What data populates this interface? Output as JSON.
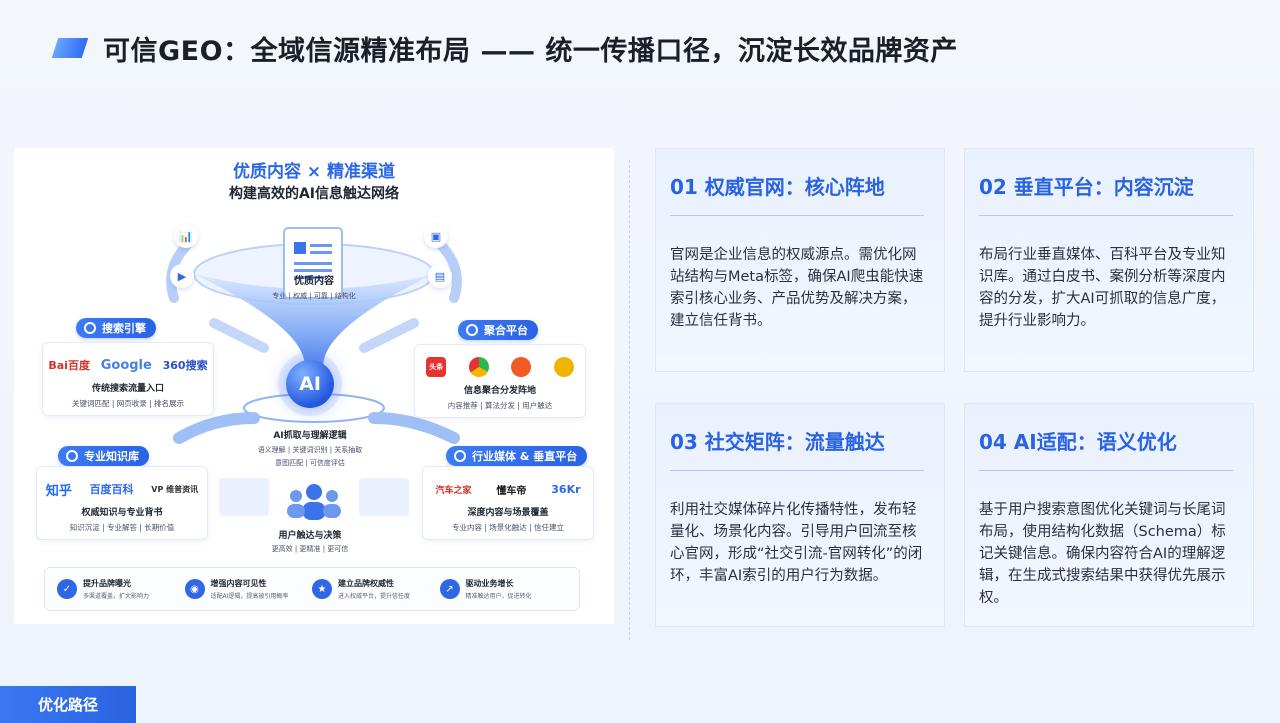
{
  "header": {
    "title": "可信GEO：全域信源精准布局 —— 统一传播口径，沉淀长效品牌资产"
  },
  "graphic": {
    "title1": "优质内容 × 精准渠道",
    "title2": "构建高效的AI信息触达网络",
    "funnel_top": {
      "name": "优质内容",
      "tags": "专业 | 权威 | 可靠 | 结构化"
    },
    "ai_label": "AI",
    "ai_logic": {
      "name": "AI抓取与理解逻辑",
      "tags1": "语义理解 | 关键词识别 | 关系抽取",
      "tags2": "意图匹配 | 可信度评估"
    },
    "user": {
      "name": "用户触达与决策",
      "tags": "更高效 | 更精准 | 更可信"
    },
    "search": {
      "pill": "搜索引擎",
      "logos": [
        "Bai百度",
        "Google",
        "360搜索"
      ],
      "name": "传统搜索流量入口",
      "tags": "关键词匹配 | 网页收录 | 排名展示"
    },
    "aggregate": {
      "pill": "聚合平台",
      "logos": [
        "头条",
        "",
        "",
        ""
      ],
      "name": "信息聚合分发阵地",
      "tags": "内容推荐 | 算法分发 | 用户触达"
    },
    "knowledge": {
      "pill": "专业知识库",
      "logos": [
        "知乎",
        "百度百科",
        "VP 维普资讯"
      ],
      "name": "权威知识与专业背书",
      "tags": "知识沉淀 | 专业解答 | 长期价值"
    },
    "media": {
      "pill": "行业媒体 & 垂直平台",
      "logos": [
        "汽车之家",
        "懂车帝",
        "36Kr"
      ],
      "name": "深度内容与场景覆盖",
      "tags": "专业内容 | 场景化触达 | 信任建立"
    },
    "bottom": [
      {
        "name": "提升品牌曝光",
        "desc": "多渠道覆盖，扩大影响力"
      },
      {
        "name": "增强内容可见性",
        "desc": "适配AI逻辑，提高被引用概率"
      },
      {
        "name": "建立品牌权威性",
        "desc": "进入权威平台，提升信任度"
      },
      {
        "name": "驱动业务增长",
        "desc": "精准触达用户，促进转化"
      }
    ]
  },
  "panels": [
    {
      "title": "01 权威官网：核心阵地",
      "body": "官网是企业信息的权威源点。需优化网站结构与Meta标签，确保AI爬虫能快速索引核心业务、产品优势及解决方案，建立信任背书。"
    },
    {
      "title": "02 垂直平台：内容沉淀",
      "body": "布局行业垂直媒体、百科平台及专业知识库。通过白皮书、案例分析等深度内容的分发，扩大AI可抓取的信息广度，提升行业影响力。"
    },
    {
      "title": "03 社交矩阵：流量触达",
      "body": "利用社交媒体碎片化传播特性，发布轻量化、场景化内容。引导用户回流至核心官网，形成“社交引流-官网转化”的闭环，丰富AI索引的用户行为数据。"
    },
    {
      "title": "04 AI适配：语义优化",
      "body": "基于用户搜索意图优化关键词与长尾词布局，使用结构化数据（Schema）标记关键信息。确保内容符合AI的理解逻辑，在生成式搜索结果中获得优先展示权。"
    }
  ],
  "footer": {
    "tab": "优化路径"
  },
  "colors": {
    "accent": "#2a63e2",
    "panel_bg": "#e9f1fd"
  }
}
